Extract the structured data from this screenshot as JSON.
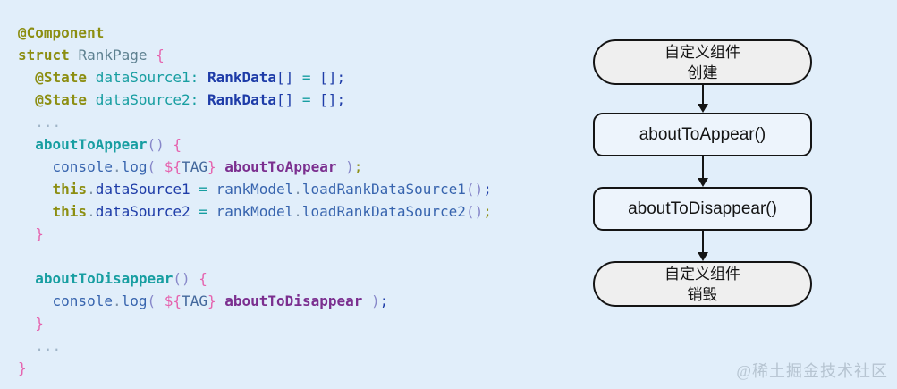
{
  "background": "#e1eefa",
  "colors": {
    "keyword": "#8c8e11",
    "type": "#1e3ca8",
    "call": "#3764ae",
    "decl": "#179ea1",
    "brace": "#e563ae",
    "string": "#7b2f8f",
    "paren": "#8787c9",
    "name": "#5e8191",
    "const": "#44689c",
    "dot": "#7f93a8",
    "dim": "#9fb4c7"
  },
  "code": {
    "lines": [
      [
        {
          "t": "@Component",
          "c": "keyword",
          "b": true
        }
      ],
      [
        {
          "t": "struct ",
          "c": "keyword",
          "b": true
        },
        {
          "t": "RankPage ",
          "c": "name"
        },
        {
          "t": "{",
          "c": "brace"
        }
      ],
      [
        {
          "t": "  "
        },
        {
          "t": "@State ",
          "c": "keyword",
          "b": true
        },
        {
          "t": "dataSource1",
          "c": "decl"
        },
        {
          "t": ": ",
          "c": "decl"
        },
        {
          "t": "RankData",
          "c": "type",
          "b": true
        },
        {
          "t": "[] ",
          "c": "type"
        },
        {
          "t": "= ",
          "c": "decl"
        },
        {
          "t": "[];",
          "c": "type"
        }
      ],
      [
        {
          "t": "  "
        },
        {
          "t": "@State ",
          "c": "keyword",
          "b": true
        },
        {
          "t": "dataSource2",
          "c": "decl"
        },
        {
          "t": ": ",
          "c": "decl"
        },
        {
          "t": "RankData",
          "c": "type",
          "b": true
        },
        {
          "t": "[] ",
          "c": "type"
        },
        {
          "t": "= ",
          "c": "decl"
        },
        {
          "t": "[];",
          "c": "type"
        }
      ],
      [
        {
          "t": "  "
        },
        {
          "t": "...",
          "c": "dim"
        }
      ],
      [
        {
          "t": "  "
        },
        {
          "t": "aboutToAppear",
          "c": "decl",
          "b": true
        },
        {
          "t": "()",
          "c": "paren"
        },
        {
          "t": " "
        },
        {
          "t": "{",
          "c": "brace"
        }
      ],
      [
        {
          "t": "    "
        },
        {
          "t": "console",
          "c": "call"
        },
        {
          "t": ".",
          "c": "dot"
        },
        {
          "t": "log",
          "c": "call"
        },
        {
          "t": "(",
          "c": "paren"
        },
        {
          "t": " "
        },
        {
          "t": "${",
          "c": "brace"
        },
        {
          "t": "TAG",
          "c": "const"
        },
        {
          "t": "}",
          "c": "brace"
        },
        {
          "t": " "
        },
        {
          "t": "aboutToAppear",
          "c": "string",
          "b": true
        },
        {
          "t": " "
        },
        {
          "t": ")",
          "c": "paren"
        },
        {
          "t": ";",
          "c": "keyword"
        }
      ],
      [
        {
          "t": "    "
        },
        {
          "t": "this",
          "c": "keyword",
          "b": true
        },
        {
          "t": ".",
          "c": "dot"
        },
        {
          "t": "dataSource1 ",
          "c": "type"
        },
        {
          "t": "= ",
          "c": "decl"
        },
        {
          "t": "rankModel",
          "c": "call"
        },
        {
          "t": ".",
          "c": "dot"
        },
        {
          "t": "loadRankDataSource1",
          "c": "call"
        },
        {
          "t": "()",
          "c": "paren"
        },
        {
          "t": ";",
          "c": "type"
        }
      ],
      [
        {
          "t": "    "
        },
        {
          "t": "this",
          "c": "keyword",
          "b": true
        },
        {
          "t": ".",
          "c": "dot"
        },
        {
          "t": "dataSource2 ",
          "c": "type"
        },
        {
          "t": "= ",
          "c": "decl"
        },
        {
          "t": "rankModel",
          "c": "call"
        },
        {
          "t": ".",
          "c": "dot"
        },
        {
          "t": "loadRankDataSource2",
          "c": "call"
        },
        {
          "t": "()",
          "c": "paren"
        },
        {
          "t": ";",
          "c": "keyword"
        }
      ],
      [
        {
          "t": "  "
        },
        {
          "t": "}",
          "c": "brace"
        }
      ],
      [],
      [
        {
          "t": "  "
        },
        {
          "t": "aboutToDisappear",
          "c": "decl",
          "b": true
        },
        {
          "t": "()",
          "c": "paren"
        },
        {
          "t": " "
        },
        {
          "t": "{",
          "c": "brace"
        }
      ],
      [
        {
          "t": "    "
        },
        {
          "t": "console",
          "c": "call"
        },
        {
          "t": ".",
          "c": "dot"
        },
        {
          "t": "log",
          "c": "call"
        },
        {
          "t": "(",
          "c": "paren"
        },
        {
          "t": " "
        },
        {
          "t": "${",
          "c": "brace"
        },
        {
          "t": "TAG",
          "c": "const"
        },
        {
          "t": "}",
          "c": "brace"
        },
        {
          "t": " "
        },
        {
          "t": "aboutToDisappear",
          "c": "string",
          "b": true
        },
        {
          "t": " "
        },
        {
          "t": ")",
          "c": "paren"
        },
        {
          "t": ";",
          "c": "type"
        }
      ],
      [
        {
          "t": "  "
        },
        {
          "t": "}",
          "c": "brace"
        }
      ],
      [
        {
          "t": "  "
        },
        {
          "t": "...",
          "c": "dim"
        }
      ],
      [
        {
          "t": "}",
          "c": "brace"
        }
      ]
    ]
  },
  "flowchart": {
    "nodes": [
      {
        "id": "component-create",
        "type": "stadium",
        "lines": [
          "自定义组件",
          "创建"
        ]
      },
      {
        "id": "about-to-appear",
        "type": "rect",
        "lines": [
          "aboutToAppear()"
        ]
      },
      {
        "id": "about-to-disappear",
        "type": "rect",
        "lines": [
          "aboutToDisappear()"
        ]
      },
      {
        "id": "component-destroy",
        "type": "stadium",
        "lines": [
          "自定义组件",
          "销毁"
        ]
      }
    ]
  },
  "watermark": "@稀土掘金技术社区"
}
